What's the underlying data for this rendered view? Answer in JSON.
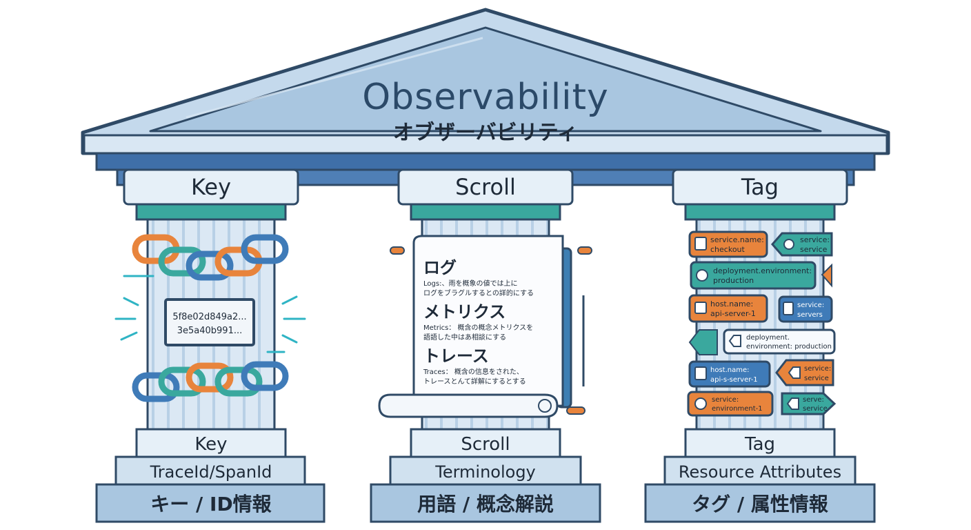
{
  "roof": {
    "title": "Observability",
    "subtitle": "オブザーバビリティ"
  },
  "pillars": [
    {
      "id": "key",
      "capital": "Key",
      "base_label": "Key",
      "base_sub": "TraceId/SpanId",
      "plinth": "キー / ID情報",
      "plaque_lines": [
        "5f8e02d849a2...",
        "3e5a40b991..."
      ]
    },
    {
      "id": "scroll",
      "capital": "Scroll",
      "base_label": "Scroll",
      "base_sub": "Terminology",
      "plinth": "用語 / 概念解説",
      "scroll_sections": [
        {
          "heading": "ログ",
          "body": [
            "Logs:、雨を概象の値では上に",
            "ログをブラグルするとの詳的にする"
          ]
        },
        {
          "heading": "メトリクス",
          "body": [
            "Metrics： 概含の概念メトリクスを",
            "語語した中はあ相談にする"
          ]
        },
        {
          "heading": "トレース",
          "body": [
            "Traces： 概含の信息をされた、",
            "トレースとんて詳解にするとする"
          ]
        }
      ]
    },
    {
      "id": "tag",
      "capital": "Tag",
      "base_label": "Tag",
      "base_sub": "Resource Attributes",
      "plinth": "タグ / 属性情報",
      "tags": [
        {
          "lines": [
            "service.name:",
            "checkout"
          ],
          "icon": "server-icon",
          "color": "orange"
        },
        {
          "lines": [
            "service:",
            "service"
          ],
          "icon": "network-icon",
          "color": "teal"
        },
        {
          "lines": [
            "deployment.environment:",
            "production"
          ],
          "icon": "gear-icon",
          "color": "teal"
        },
        {
          "lines": [
            "host.name:",
            "api-server-1"
          ],
          "icon": "chip-icon",
          "color": "orange"
        },
        {
          "lines": [
            "service:",
            "servers"
          ],
          "icon": "server-icon",
          "color": "blue"
        },
        {
          "lines": [
            "deployment.",
            "environment: production"
          ],
          "icon": "tag-icon",
          "color": "white"
        },
        {
          "lines": [
            "host.name:",
            "api-s-server-1"
          ],
          "icon": "server-icon",
          "color": "blue"
        },
        {
          "lines": [
            "service:",
            "service"
          ],
          "icon": "tag-icon",
          "color": "orange"
        },
        {
          "lines": [
            "service:",
            "environment-1"
          ],
          "icon": "globe-icon",
          "color": "orange"
        },
        {
          "lines": [
            "serve:",
            "service"
          ],
          "icon": "tag-icon",
          "color": "teal"
        }
      ]
    }
  ],
  "colors": {
    "outline": "#2f4a66",
    "stone_light": "#e6f0f8",
    "stone_mid": "#bcd4e8",
    "stone_dark": "#8fb2d1",
    "roof": "#a9c6e0",
    "blue_band": "#3f6fa8",
    "teal": "#3aa89e",
    "orange": "#e8843c",
    "chain_blue": "#3f7bb8",
    "chain_teal": "#3aa89e",
    "chain_orange": "#e8843c",
    "scroll_edge": "#3e7fb3"
  }
}
